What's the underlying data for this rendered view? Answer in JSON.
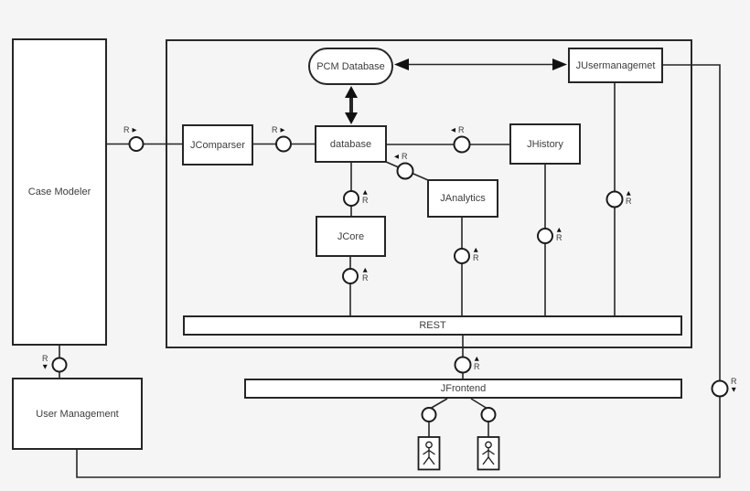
{
  "diagram": {
    "colors": {
      "background": "#f5f5f6",
      "node_fill": "#ffffff",
      "stroke": "#262626",
      "text": "#3d3d3d"
    },
    "nodes": {
      "case_modeler": {
        "label": "Case Modeler"
      },
      "pcm_database": {
        "label": "PCM Database"
      },
      "jusermanagement": {
        "label": "JUsermanagemet"
      },
      "jcomparser": {
        "label": "JComparser"
      },
      "database": {
        "label": "database"
      },
      "jhistory": {
        "label": "JHistory"
      },
      "janalytics": {
        "label": "JAnalytics"
      },
      "jcore": {
        "label": "JCore"
      },
      "rest": {
        "label": "REST"
      },
      "jfrontend": {
        "label": "JFrontend"
      },
      "user_management": {
        "label": "User Management"
      }
    },
    "interface_label": "R",
    "glyphs": {
      "up": "▲",
      "down": "▼",
      "left": "◀",
      "right": "▶"
    }
  }
}
